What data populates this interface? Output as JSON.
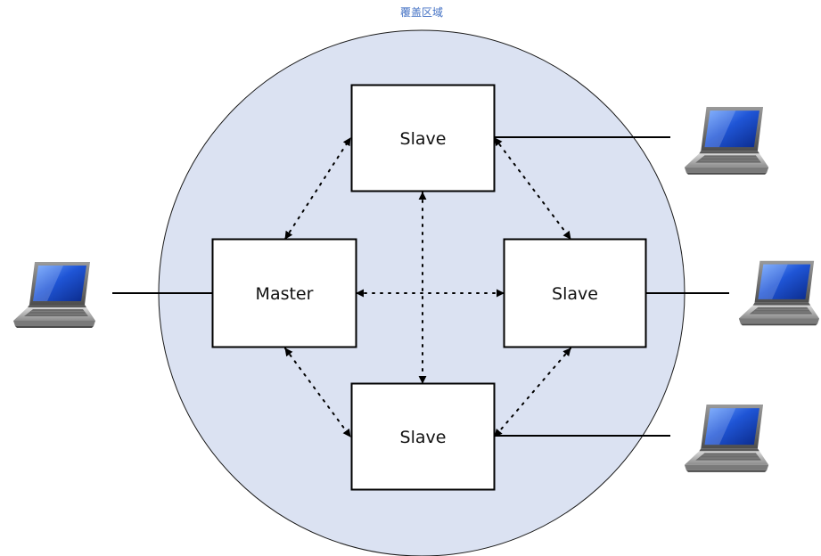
{
  "diagram": {
    "coverage_label": "覆盖区域",
    "nodes": {
      "master": "Master",
      "slave_top": "Slave",
      "slave_right": "Slave",
      "slave_bottom": "Slave"
    }
  },
  "colors": {
    "coverage_fill": "#dbe2f2",
    "coverage_stroke": "#1a1a1a",
    "coverage_label": "#4472c4",
    "node_fill": "#ffffff",
    "node_stroke": "#000000",
    "link": "#000000"
  },
  "icons": {
    "device": "laptop-icon"
  }
}
